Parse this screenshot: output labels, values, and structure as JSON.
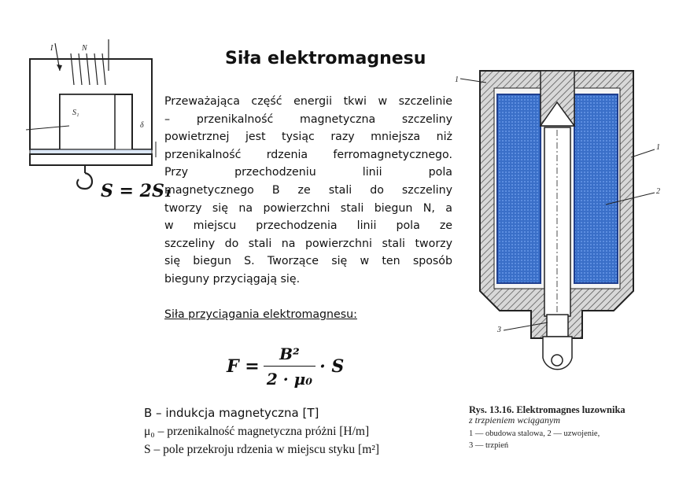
{
  "title": "Siła elektromagnesu",
  "paragraph": [
    "Przeważająca część energii tkwi w szczelinie",
    "– przenikalność magnetyczna szczeliny",
    "powietrznej jest tysiąc razy mniejsza niż",
    "przenikalność rdzenia ferromagnetycznego.",
    "Przy przechodzeniu linii pola",
    "magnetycznego B ze stali do szczeliny",
    "tworzy się na powierzchni stali biegun N, a",
    "w miejscu przechodzenia linii pola ze",
    "szczeliny do stali na powierzchni stali tworzy",
    "się biegun S. Tworzące się w ten sposób",
    "bieguny przyciągają się."
  ],
  "force_heading": "Siła przyciągania elektromagnesu:",
  "formula": {
    "lhs": "F =",
    "numerator": "B²",
    "denominator": "2 · μ₀",
    "rhs": "· S"
  },
  "area_relation": "S = 2S₁",
  "legend": {
    "b": "B – indukcja magnetyczna [T]",
    "mu": "μ₀ – przenikalność magnetyczna próżni [H/m]",
    "s": "S – pole przekroju rdzenia w miejscu styku [m²]"
  },
  "left_diagram": {
    "labels": {
      "current": "I",
      "turns": "N",
      "area": "S₁",
      "gap": "δ"
    }
  },
  "right_diagram": {
    "callouts": [
      "1",
      "1",
      "2",
      "3"
    ]
  },
  "caption": {
    "title": "Rys. 13.16. Elektromagnes luzownika",
    "subtitle": "z trzpieniem wciąganym",
    "line1": "1 — obudowa stalowa, 2 — uzwojenie,",
    "line2": "3 — trzpień"
  },
  "colors": {
    "coil": "#3a6fc8",
    "coil_dark": "#1f3f8f",
    "steel": "#777777",
    "text": "#111111"
  }
}
